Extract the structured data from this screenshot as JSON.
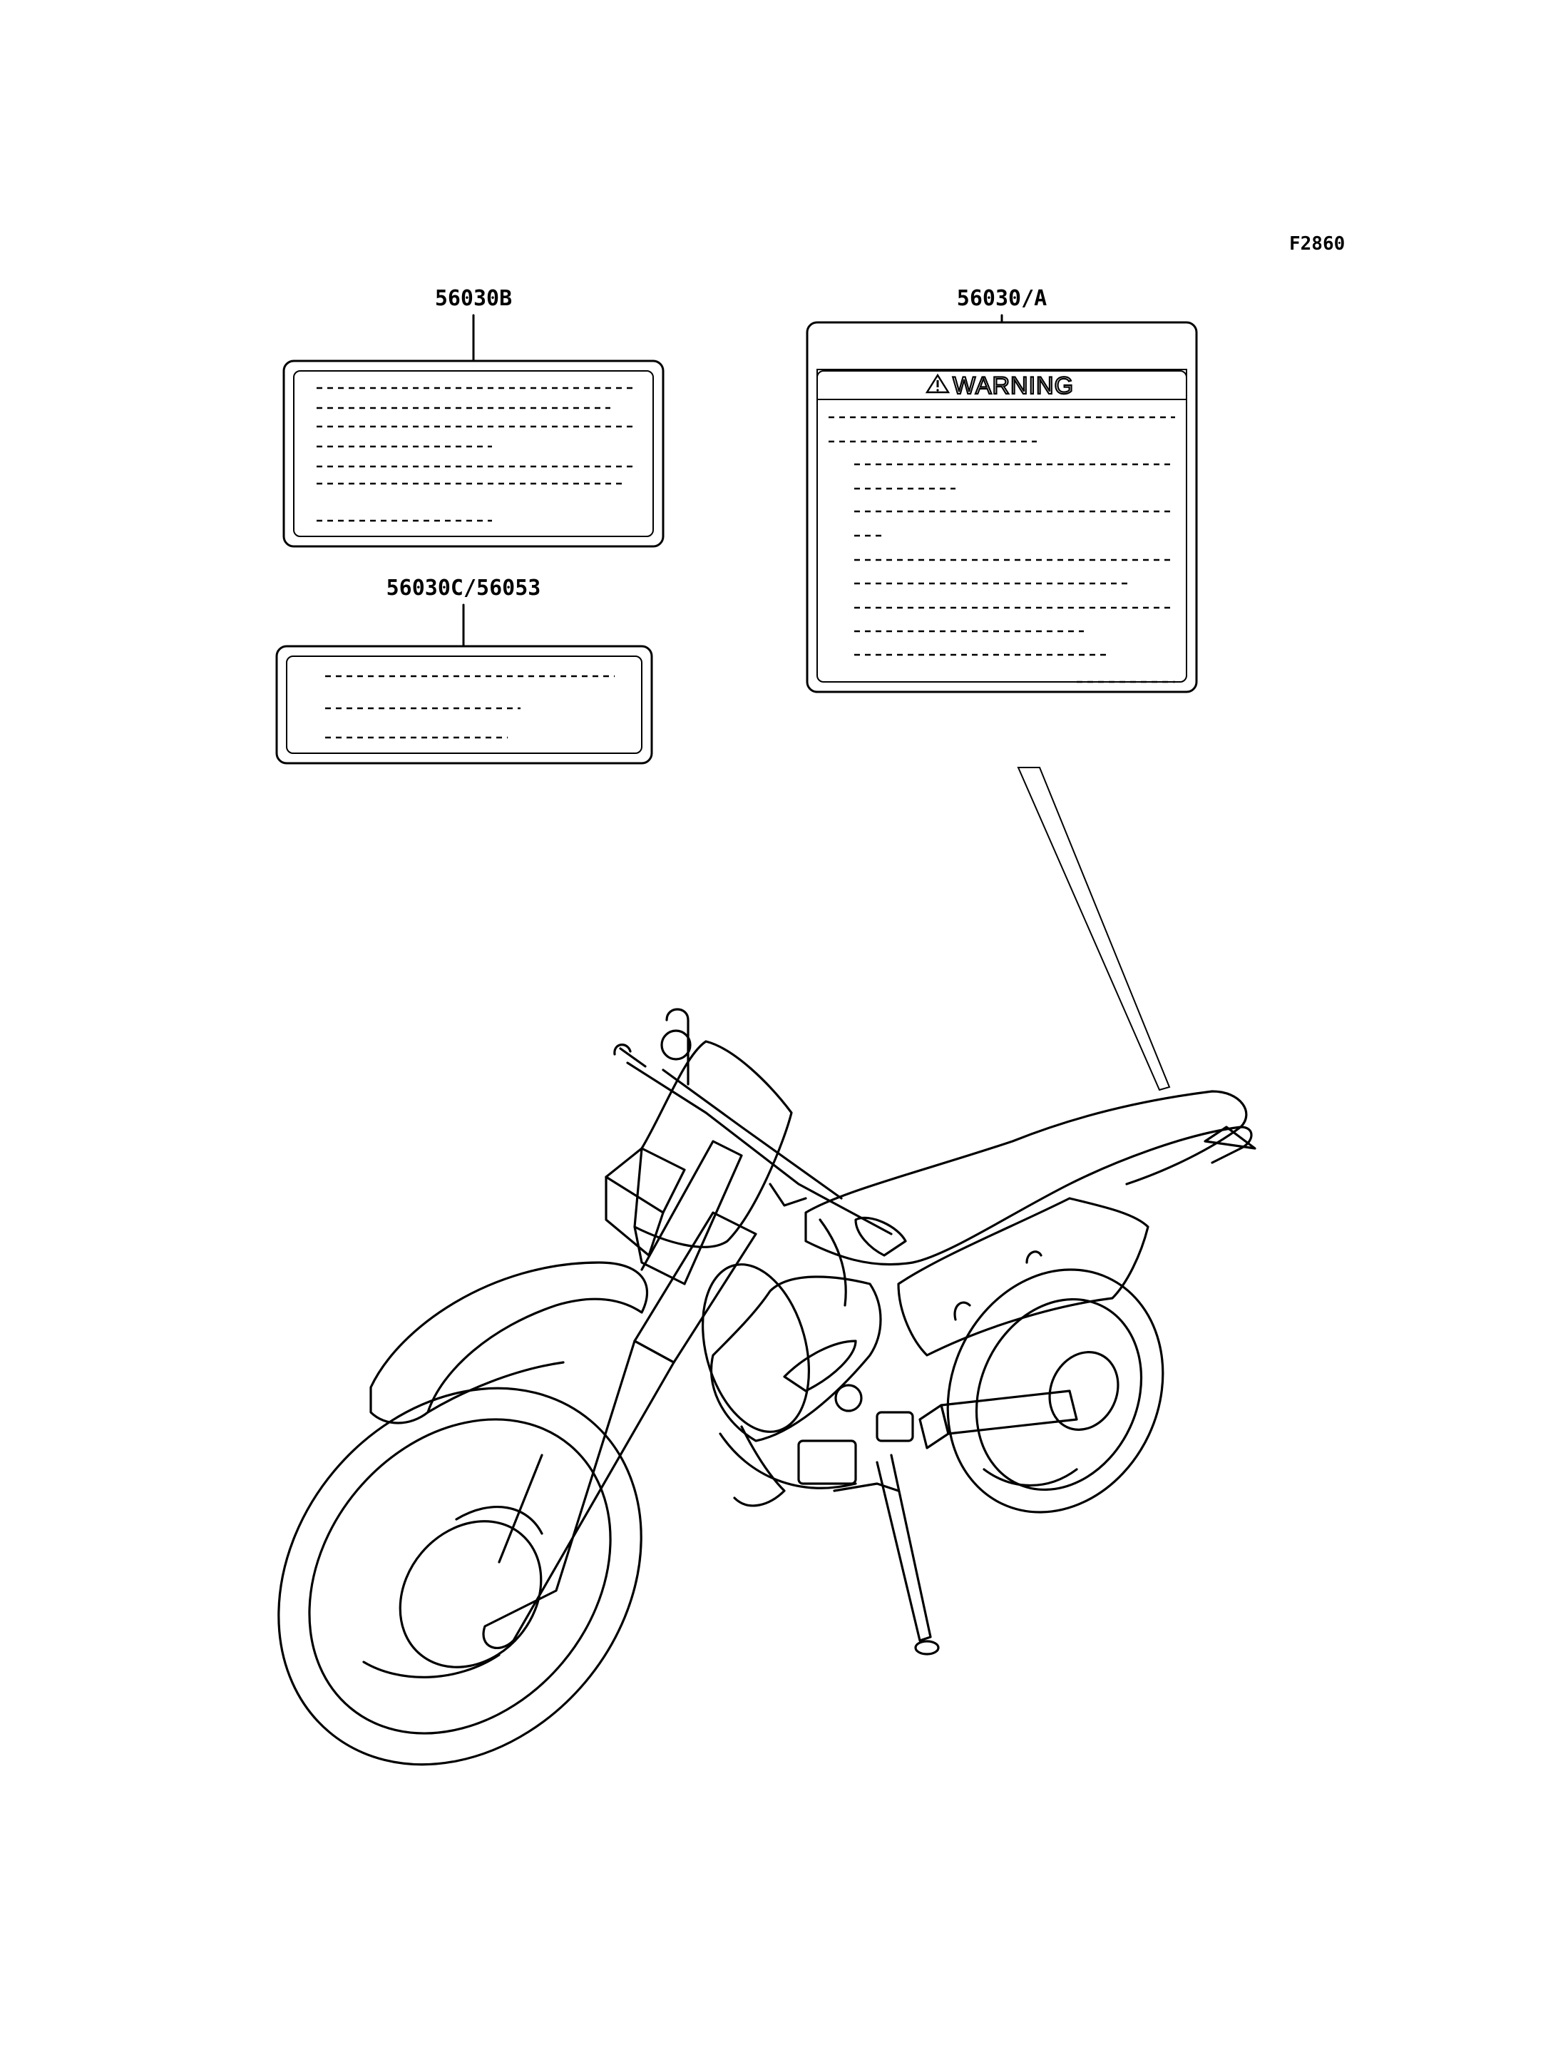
{
  "figure_code": "F2860",
  "labels": {
    "label_b": "56030B",
    "label_c": "56030C/56053",
    "label_a": "56030/A"
  },
  "warning_text": "WARNING"
}
